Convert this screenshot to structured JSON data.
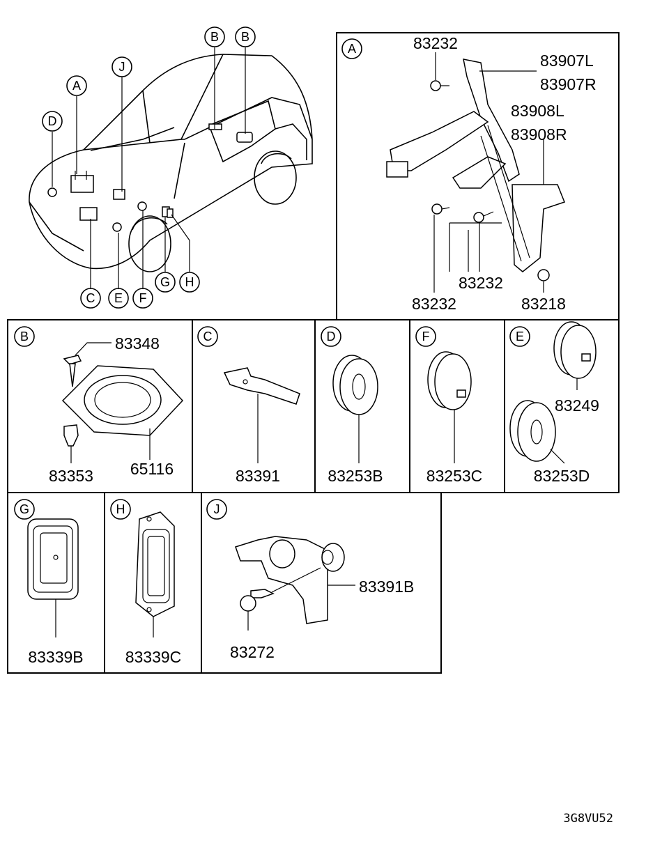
{
  "callouts": {
    "A": "A",
    "B": "B",
    "C": "C",
    "D": "D",
    "E": "E",
    "F": "F",
    "G": "G",
    "H": "H",
    "J": "J"
  },
  "panel_a": {
    "label": "A",
    "parts": [
      "83232",
      "83907L",
      "83907R",
      "83908L",
      "83908R",
      "83232",
      "83232",
      "83218"
    ]
  },
  "panel_b": {
    "label": "B",
    "parts": [
      "83348",
      "83353",
      "65116"
    ]
  },
  "panel_c": {
    "label": "C",
    "parts": [
      "83391"
    ]
  },
  "panel_d": {
    "label": "D",
    "parts": [
      "83253B"
    ]
  },
  "panel_f": {
    "label": "F",
    "parts": [
      "83253C"
    ]
  },
  "panel_e": {
    "label": "E",
    "parts": [
      "83249",
      "83253D"
    ]
  },
  "panel_g": {
    "label": "G",
    "parts": [
      "83339B"
    ]
  },
  "panel_h": {
    "label": "H",
    "parts": [
      "83339C"
    ]
  },
  "panel_j": {
    "label": "J",
    "parts": [
      "83391B",
      "83272"
    ]
  },
  "diagram_code": "3G8VU52"
}
